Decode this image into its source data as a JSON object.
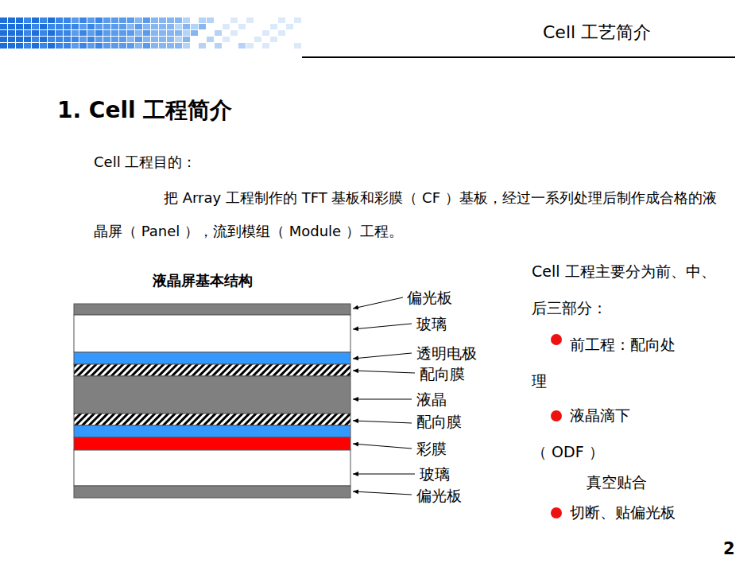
{
  "diagram": {
    "title": "1. Cell 工程简介",
    "labels": [
      "Cell 工艺简介",
      "Cell 工程目的：",
      "把 Array 工程制作的 TFT 基板和彩膜（ CF ）基板，经过一系列处理后制作成合格的液晶屏（ Panel ），流到模组（ Module ）工程。",
      "液晶屏基本结构",
      "偏光板",
      "玻璃",
      "透明电极",
      "配向膜",
      "液晶",
      "配向膜",
      "彩膜",
      "玻璃",
      "偏光板",
      "Cell 工程主要分为前、中、后三部分：",
      "前工程：配向处理",
      "液晶滴下",
      "（ ODF ）",
      "真空贴合",
      "切断、贴偏光板",
      "2"
    ]
  }
}
